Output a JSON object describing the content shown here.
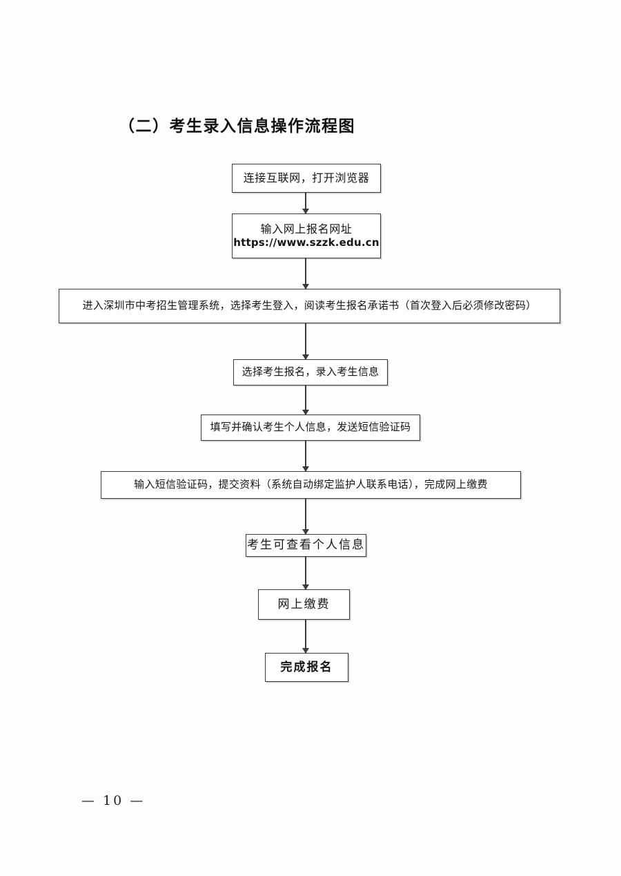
{
  "document": {
    "title": "（二）考生录入信息操作流程图",
    "page_footer": "— 10 —"
  },
  "chart_data": {
    "type": "diagram",
    "diagram_kind": "flowchart",
    "orientation": "top-to-bottom",
    "title": "（二）考生录入信息操作流程图",
    "node_count": 9,
    "connector_count": 8,
    "colors": {
      "page_background": "#ffffff",
      "node_border": "#3a3a3a",
      "node_fill": "#ffffff",
      "connector": "#3a3a3a",
      "text": "#151515"
    },
    "nodes": [
      {
        "id": 1,
        "lines": [
          "连接互联网，打开浏览器"
        ]
      },
      {
        "id": 2,
        "lines": [
          "输入网上报名网址",
          "https://www.szzk.edu.cn"
        ]
      },
      {
        "id": 3,
        "lines": [
          "进入深圳市中考招生管理系统，选择考生登入，阅读考生报名承诺书（首次登入后必须修改密码）"
        ]
      },
      {
        "id": 4,
        "lines": [
          "选择考生报名，录入考生信息"
        ]
      },
      {
        "id": 5,
        "lines": [
          "填写并确认考生个人信息，发送短信验证码"
        ]
      },
      {
        "id": 6,
        "lines": [
          "输入短信验证码，提交资料（系统自动绑定监护人联系电话），完成网上缴费"
        ]
      },
      {
        "id": 7,
        "lines": [
          "考生可查看个人信息"
        ]
      },
      {
        "id": 8,
        "lines": [
          "网上缴费"
        ]
      },
      {
        "id": 9,
        "lines": [
          "完成报名"
        ]
      }
    ],
    "edges": [
      {
        "from": 1,
        "to": 2
      },
      {
        "from": 2,
        "to": 3
      },
      {
        "from": 3,
        "to": 4
      },
      {
        "from": 4,
        "to": 5
      },
      {
        "from": 5,
        "to": 6
      },
      {
        "from": 6,
        "to": 7
      },
      {
        "from": 7,
        "to": 8
      },
      {
        "from": 8,
        "to": 9
      }
    ]
  },
  "flow": {
    "node1": {
      "text": "连接互联网，打开浏览器"
    },
    "node2": {
      "label": "输入网上报名网址",
      "url": "https://www.szzk.edu.cn"
    },
    "node3": {
      "text": "进入深圳市中考招生管理系统，选择考生登入，阅读考生报名承诺书（首次登入后必须修改密码）"
    },
    "node4": {
      "text": "选择考生报名，录入考生信息"
    },
    "node5": {
      "text": "填写并确认考生个人信息，发送短信验证码"
    },
    "node6": {
      "text": "输入短信验证码，提交资料（系统自动绑定监护人联系电话），完成网上缴费"
    },
    "node7": {
      "text": "考生可查看个人信息"
    },
    "node8": {
      "text": "网上缴费"
    },
    "node9": {
      "text": "完成报名"
    }
  }
}
